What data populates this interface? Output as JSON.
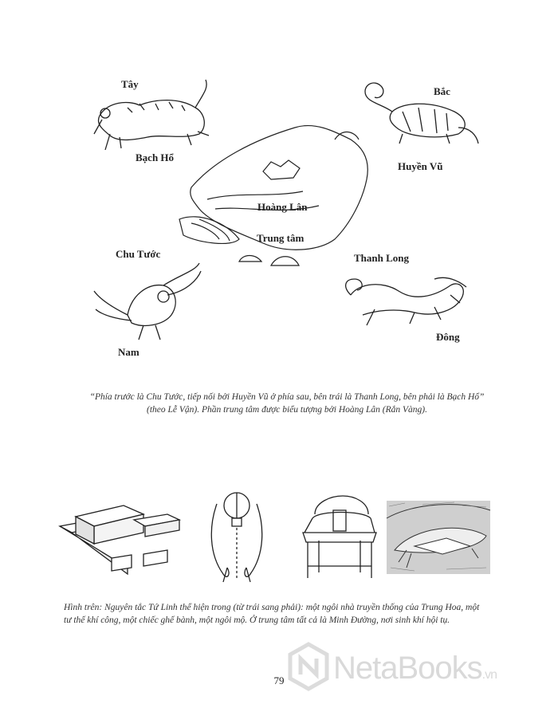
{
  "top_figure": {
    "labels": {
      "tay": "Tây",
      "bac": "Bắc",
      "bach_ho": "Bạch Hổ",
      "huyen_vu": "Huyền Vũ",
      "hoang_lan": "Hoàng Lân",
      "trung_tam": "Trung tâm",
      "chu_tuoc": "Chu Tước",
      "thanh_long": "Thanh Long",
      "nam": "Nam",
      "dong": "Đông"
    },
    "caption_line1": "“Phía trước là Chu Tước, tiếp nối bởi Huyền Vũ ở phía sau, bên trái là Thanh Long, bên phải là Bạch Hổ”",
    "caption_line2": "(theo Lễ Vận). Phần trung tâm được biểu tượng bởi Hoàng Lân (Rắn Vàng)."
  },
  "bottom_figure": {
    "caption_line1": "Hình trên: Nguyên tắc Tứ Linh thể hiện trong (từ trái sang phải): một ngôi nhà truyền thống của Trung Hoa, một",
    "caption_line2": "tư thế khí công, một chiếc ghế bành, một ngôi mộ. Ở trung tâm tất cả là Minh Đường, nơi sinh khí hội tụ."
  },
  "page_number": "79",
  "watermark": {
    "brand": "NetaBooks",
    "suffix": ".vn"
  }
}
